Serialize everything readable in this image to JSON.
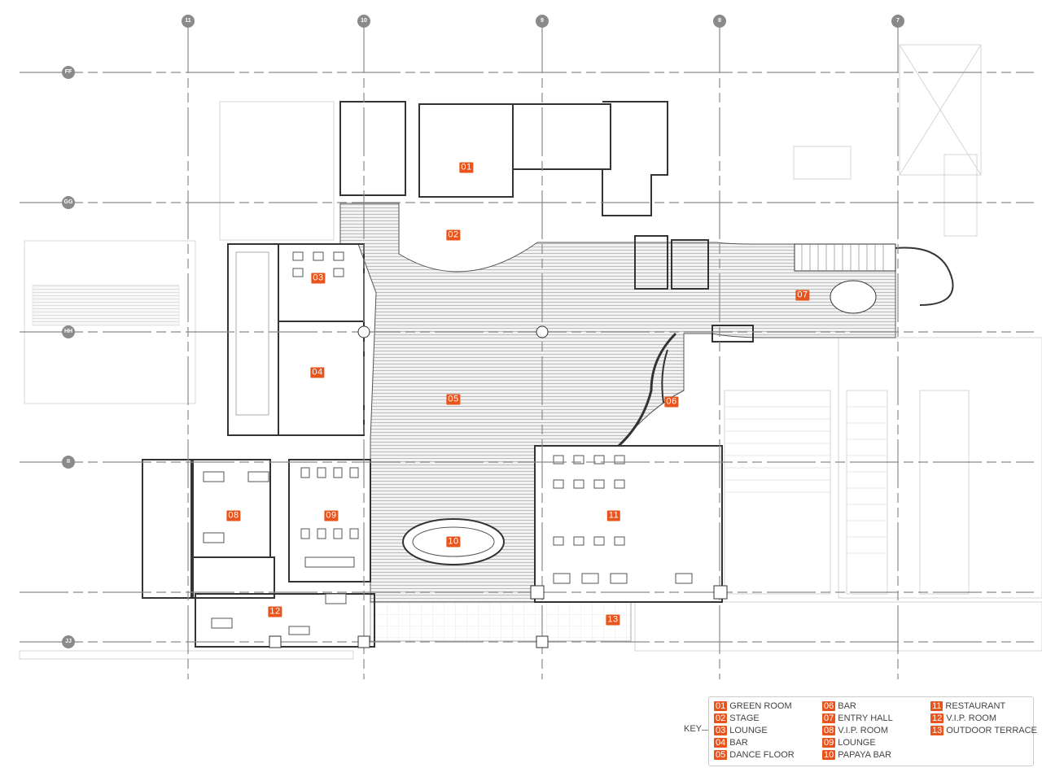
{
  "grid": {
    "columns": [
      "11",
      "10",
      "9",
      "8",
      "7"
    ],
    "rows": [
      "FF",
      "GG",
      "HH",
      "II",
      "JJ"
    ]
  },
  "rooms": [
    {
      "num": "01"
    },
    {
      "num": "02"
    },
    {
      "num": "03"
    },
    {
      "num": "04"
    },
    {
      "num": "05"
    },
    {
      "num": "06"
    },
    {
      "num": "07"
    },
    {
      "num": "08"
    },
    {
      "num": "09"
    },
    {
      "num": "10"
    },
    {
      "num": "11"
    },
    {
      "num": "12"
    },
    {
      "num": "13"
    }
  ],
  "legend": {
    "key_label": "KEY",
    "items": [
      {
        "num": "01",
        "name": "GREEN ROOM"
      },
      {
        "num": "02",
        "name": "STAGE"
      },
      {
        "num": "03",
        "name": "LOUNGE"
      },
      {
        "num": "04",
        "name": "BAR"
      },
      {
        "num": "05",
        "name": "DANCE FLOOR"
      },
      {
        "num": "06",
        "name": "BAR"
      },
      {
        "num": "07",
        "name": "ENTRY HALL"
      },
      {
        "num": "08",
        "name": "V.I.P. ROOM"
      },
      {
        "num": "09",
        "name": "LOUNGE"
      },
      {
        "num": "10",
        "name": "PAPAYA BAR"
      },
      {
        "num": "11",
        "name": "RESTAURANT"
      },
      {
        "num": "12",
        "name": "V.I.P. ROOM"
      },
      {
        "num": "13",
        "name": "OUTDOOR TERRACE"
      }
    ]
  },
  "colors": {
    "accent": "#e8541c",
    "grid": "#8a8a8a",
    "wall": "#333333"
  }
}
